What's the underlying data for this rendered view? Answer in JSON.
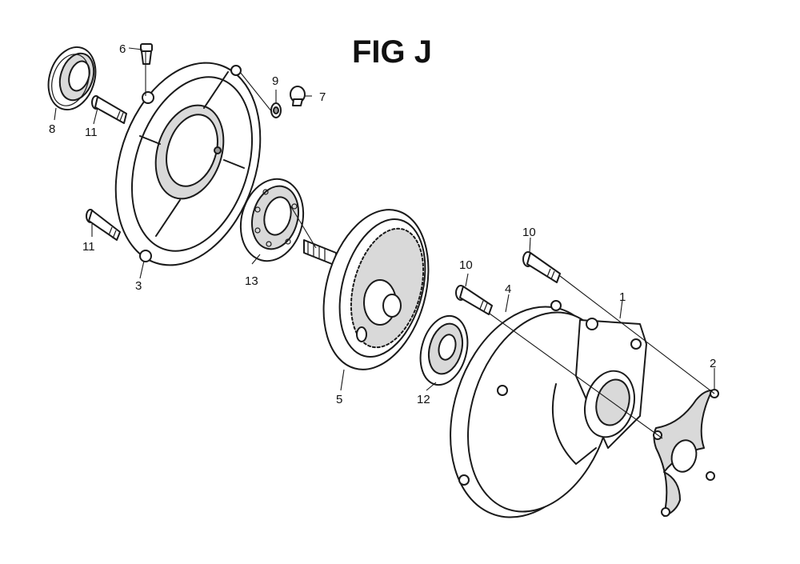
{
  "figure": {
    "title": "FIG J"
  },
  "callouts": [
    {
      "id": "c1",
      "label": "1"
    },
    {
      "id": "c2",
      "label": "2"
    },
    {
      "id": "c3",
      "label": "3"
    },
    {
      "id": "c4",
      "label": "4"
    },
    {
      "id": "c5",
      "label": "5"
    },
    {
      "id": "c6",
      "label": "6"
    },
    {
      "id": "c7",
      "label": "7"
    },
    {
      "id": "c8",
      "label": "8"
    },
    {
      "id": "c9",
      "label": "9"
    },
    {
      "id": "c10a",
      "label": "10"
    },
    {
      "id": "c10b",
      "label": "10"
    },
    {
      "id": "c11a",
      "label": "11"
    },
    {
      "id": "c11b",
      "label": "11"
    },
    {
      "id": "c12",
      "label": "12"
    },
    {
      "id": "c13",
      "label": "13"
    }
  ]
}
